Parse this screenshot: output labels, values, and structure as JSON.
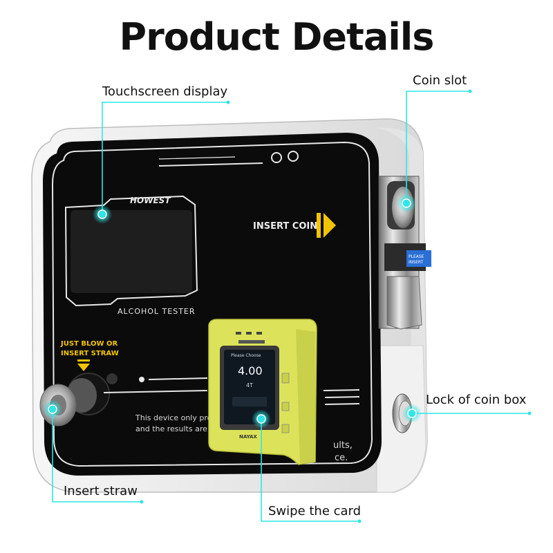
{
  "title": "Product Details",
  "callouts": {
    "touchscreen": "Touchscreen display",
    "coin_slot": "Coin slot",
    "lock": "Lock of coin box",
    "straw": "Insert straw",
    "swipe": "Swipe the card"
  },
  "device": {
    "brand": "HOWEST",
    "product": "ALCOHOL TESTER",
    "insert_coin": "INSERT COIN",
    "blow_line1": "JUST BLOW OR",
    "blow_line2": "INSERT STRAW",
    "disclaimer_line1": "This device only prov",
    "disclaimer_line2": "and the results are no",
    "disclaimer_tail1": "ults,",
    "disclaimer_tail2": "ce."
  },
  "card_reader": {
    "brand": "NAYAX",
    "prompt": "Please Choose",
    "amount": "4.00",
    "sub": "4T"
  },
  "coin_acceptor": {
    "label_line1": "PLEASE",
    "label_line2": "INSERT"
  },
  "colors": {
    "accent": "#2ee6e6",
    "panel": "#0b0b0b",
    "reader": "#dce35a",
    "arrow": "#f2c400"
  }
}
